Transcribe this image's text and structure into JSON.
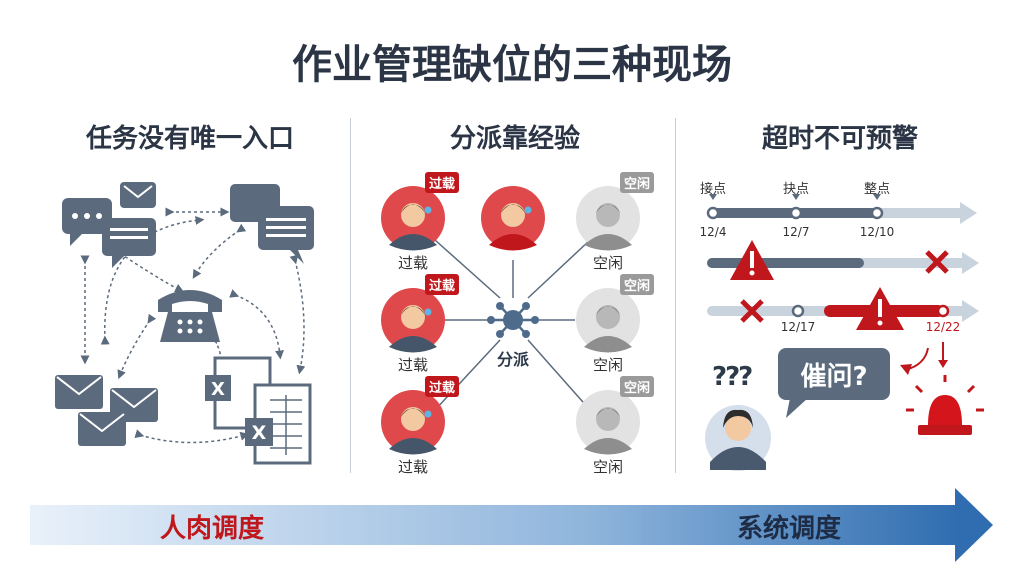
{
  "title": "作业管理缺位的三种现场",
  "sections": [
    {
      "heading": "任务没有唯一入口"
    },
    {
      "heading": "分派靠经验",
      "hub_label": "分派",
      "overloaded_label": "过载",
      "idle_label": "空闲"
    },
    {
      "heading": "超时不可预警",
      "row1": {
        "points": [
          "接点",
          "抉点",
          "整点"
        ],
        "dates": [
          "12/4",
          "12/7",
          "12/10"
        ]
      },
      "row3": {
        "dates": [
          "12/17",
          "12/22"
        ]
      },
      "bubble": "催问?",
      "question_marks": "???"
    }
  ],
  "bottom": {
    "left": "人肉调度",
    "right": "系统调度"
  },
  "colors": {
    "red": "#c0171d",
    "slate": "#5b6b7d",
    "blue": "#2f6db0"
  }
}
